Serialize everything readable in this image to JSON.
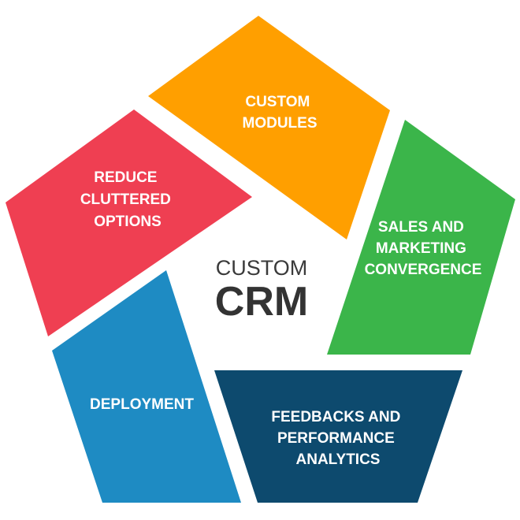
{
  "center": {
    "line1": "CUSTOM",
    "line2": "CRM"
  },
  "segments": {
    "custom_modules": {
      "lines": [
        "CUSTOM",
        "MODULES"
      ],
      "color": "#FF9F00"
    },
    "sales_marketing": {
      "lines": [
        "SALES AND",
        "MARKETING",
        "CONVERGENCE"
      ],
      "color": "#3BB54A"
    },
    "feedbacks_analytics": {
      "lines": [
        "FEEDBACKS AND",
        "PERFORMANCE",
        "ANALYTICS"
      ],
      "color": "#0D4A6E"
    },
    "deployment": {
      "lines": [
        "DEPLOYMENT"
      ],
      "color": "#1E8BC3"
    },
    "reduce_options": {
      "lines": [
        "REDUCE",
        "CLUTTERED",
        "OPTIONS"
      ],
      "color": "#EF3F52"
    }
  }
}
